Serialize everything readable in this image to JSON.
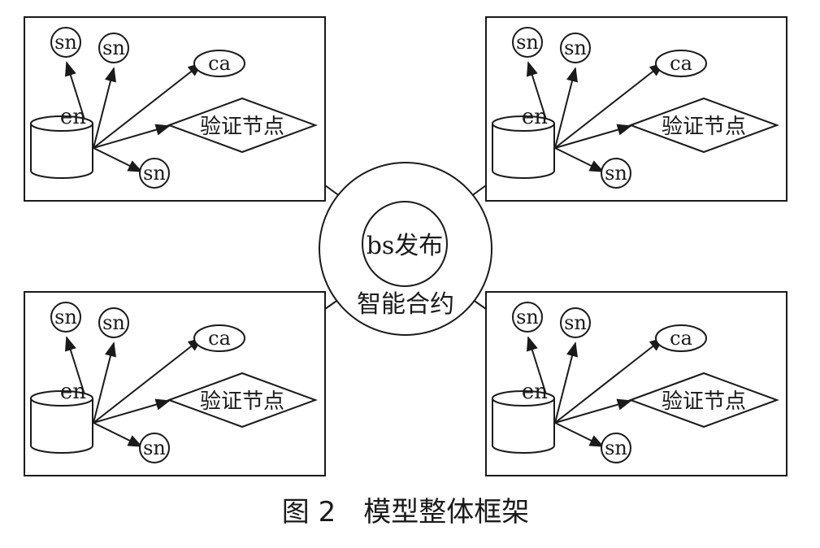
{
  "diagram": {
    "center": {
      "inner_label": "bs发布",
      "outer_label": "智能合约"
    },
    "clusters": [
      {
        "en": "en",
        "sn": [
          "sn",
          "sn",
          "sn"
        ],
        "ca": "ca",
        "verify": "验证节点"
      },
      {
        "en": "en",
        "sn": [
          "sn",
          "sn",
          "sn"
        ],
        "ca": "ca",
        "verify": "验证节点"
      },
      {
        "en": "en",
        "sn": [
          "sn",
          "sn",
          "sn"
        ],
        "ca": "ca",
        "verify": "验证节点"
      },
      {
        "en": "en",
        "sn": [
          "sn",
          "sn",
          "sn"
        ],
        "ca": "ca",
        "verify": "验证节点"
      }
    ],
    "caption": "图 2　模型整体框架"
  },
  "colors": {
    "line": "#1a1a1a",
    "background": "#ffffff"
  }
}
